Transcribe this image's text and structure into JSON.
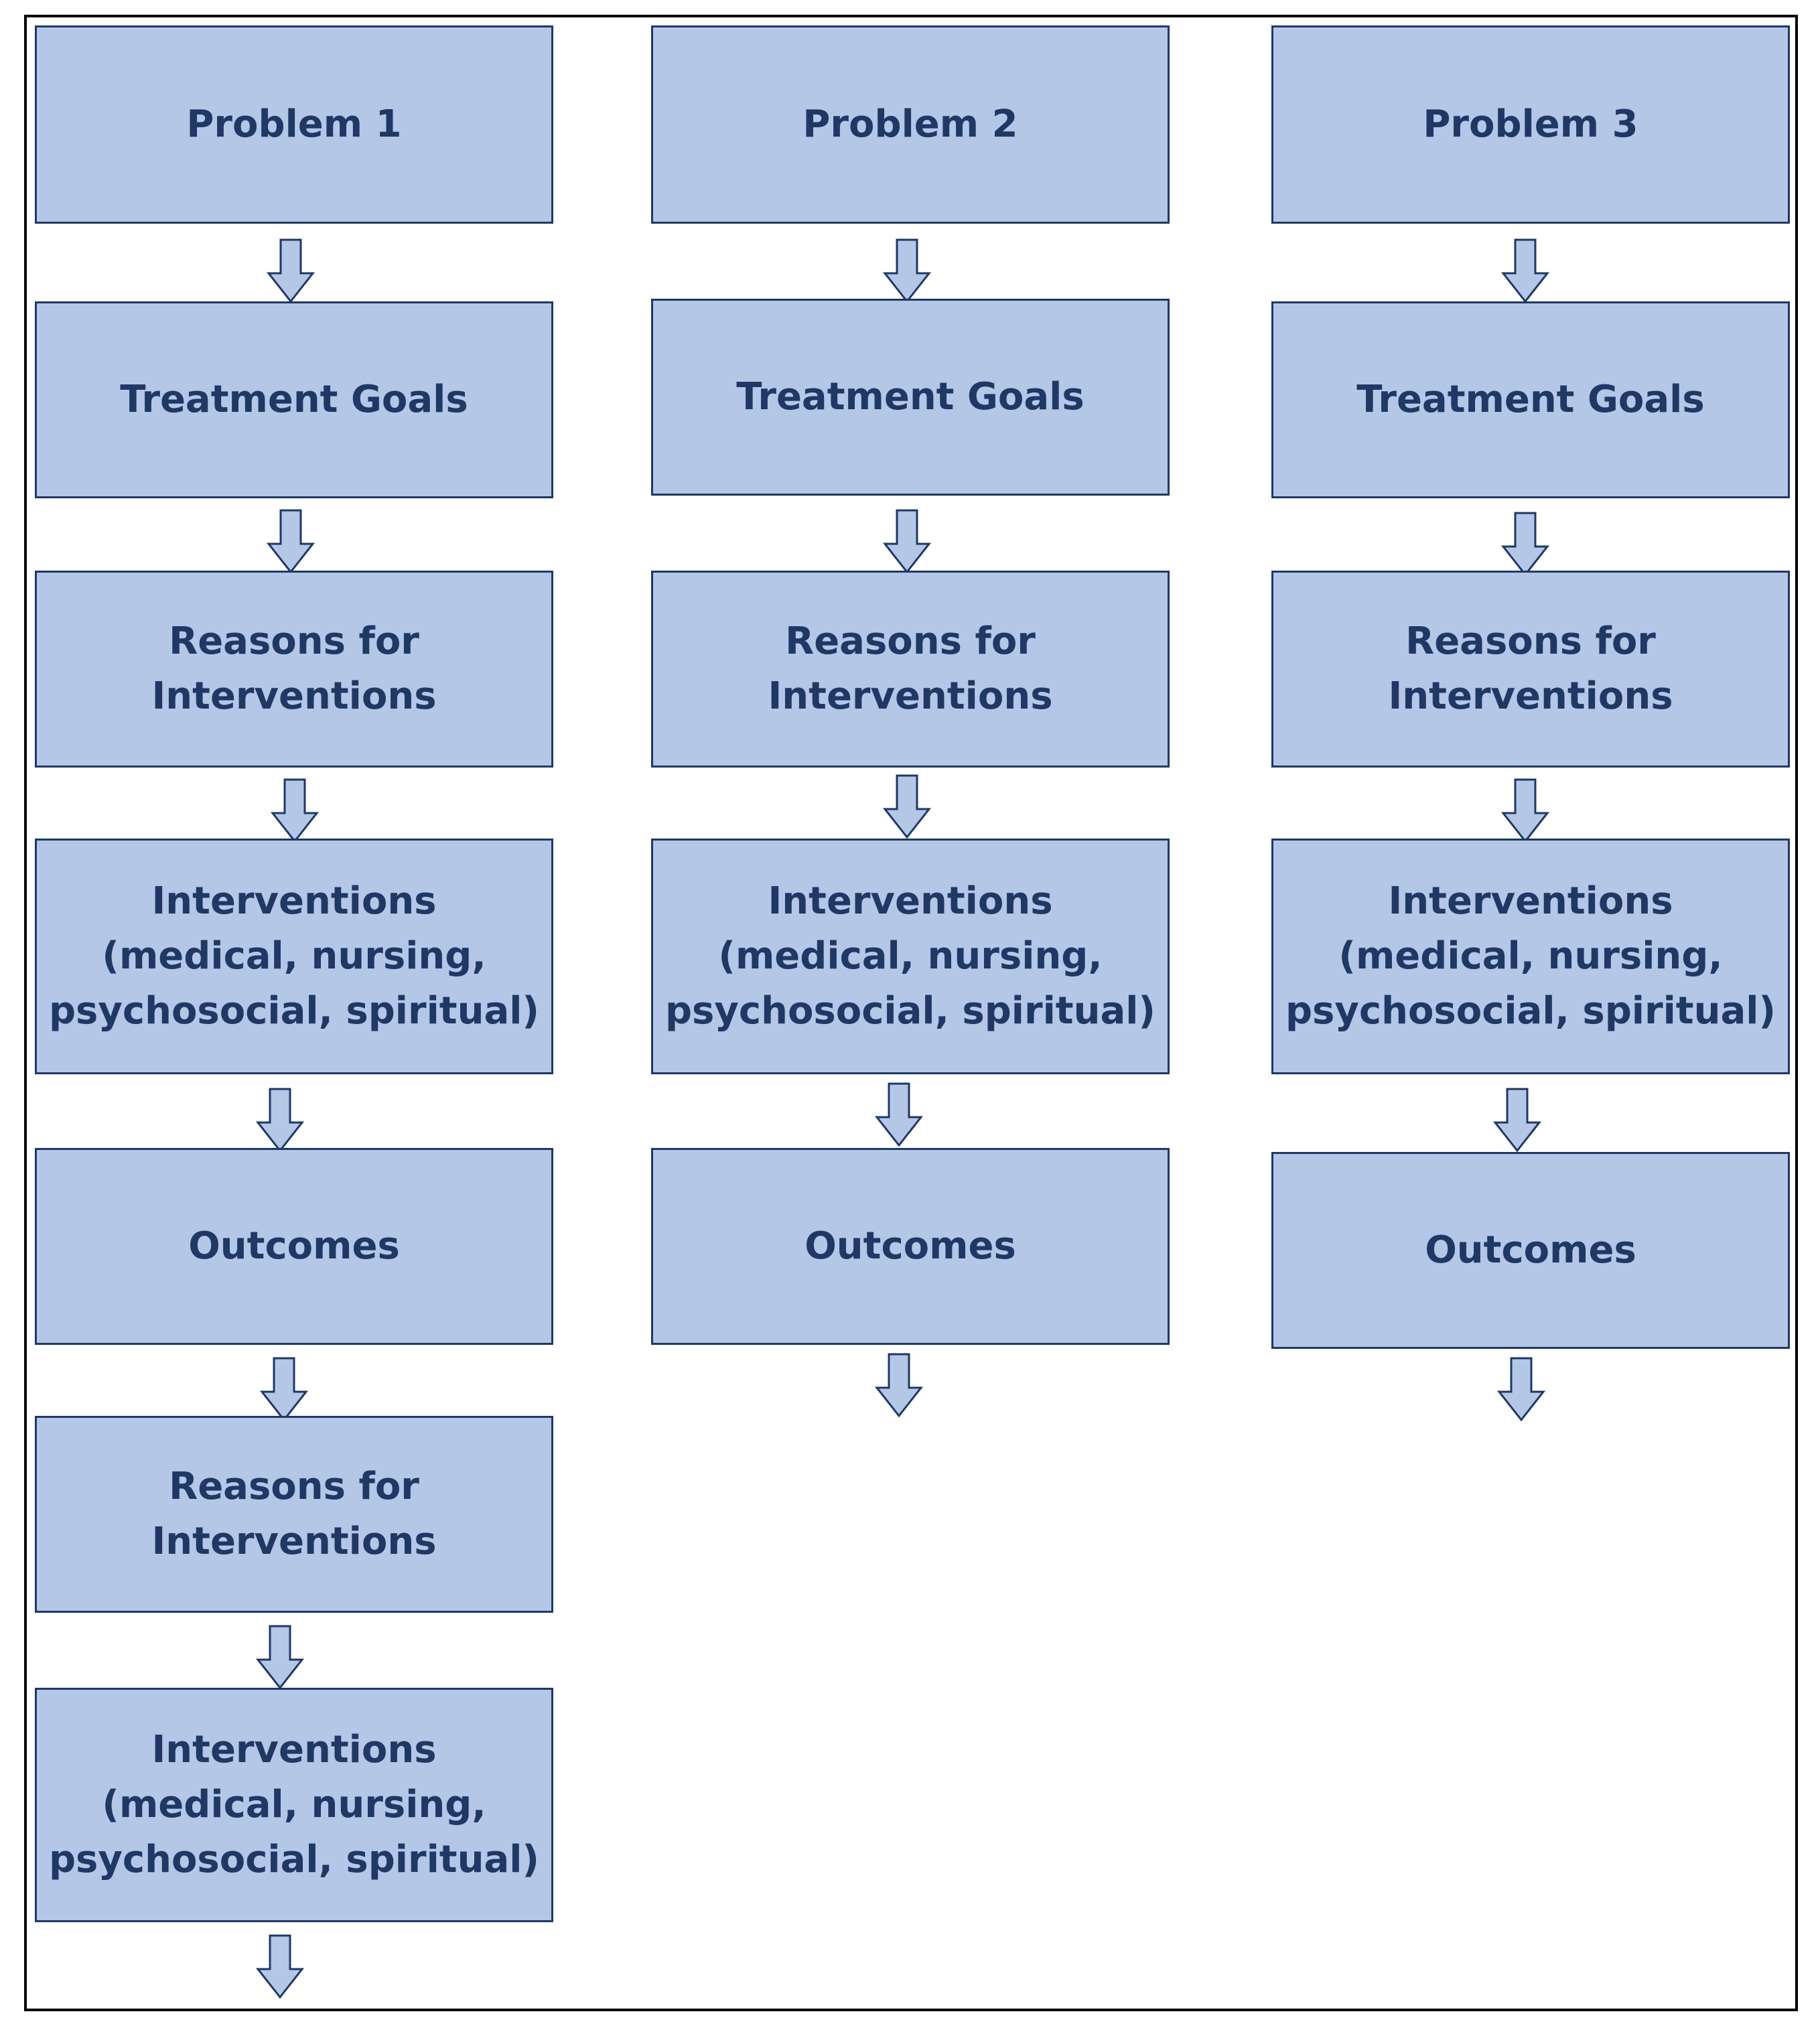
{
  "columns": [
    {
      "steps": [
        {
          "lines": [
            "Problem 1"
          ]
        },
        {
          "lines": [
            "Treatment Goals"
          ]
        },
        {
          "lines": [
            "Reasons for",
            "Interventions"
          ]
        },
        {
          "lines": [
            "Interventions",
            "(medical, nursing,",
            "psychosocial, spiritual)"
          ]
        },
        {
          "lines": [
            "Outcomes"
          ]
        },
        {
          "lines": [
            "Reasons for",
            "Interventions"
          ]
        },
        {
          "lines": [
            "Interventions",
            "(medical, nursing,",
            "psychosocial, spiritual)"
          ]
        }
      ]
    },
    {
      "steps": [
        {
          "lines": [
            "Problem 2"
          ]
        },
        {
          "lines": [
            "Treatment Goals"
          ]
        },
        {
          "lines": [
            "Reasons for",
            "Interventions"
          ]
        },
        {
          "lines": [
            "Interventions",
            "(medical, nursing,",
            "psychosocial, spiritual)"
          ]
        },
        {
          "lines": [
            "Outcomes"
          ]
        }
      ]
    },
    {
      "steps": [
        {
          "lines": [
            "Problem 3"
          ]
        },
        {
          "lines": [
            "Treatment Goals"
          ]
        },
        {
          "lines": [
            "Reasons for",
            "Interventions"
          ]
        },
        {
          "lines": [
            "Interventions",
            "(medical, nursing,",
            "psychosocial, spiritual)"
          ]
        },
        {
          "lines": [
            "Outcomes"
          ]
        }
      ]
    }
  ],
  "colors": {
    "box_fill": "#b4c7e7",
    "box_border": "#1f3864",
    "text": "#1f3864",
    "arrow_fill": "#b4c7e7",
    "arrow_stroke": "#1f3864",
    "frame_border": "#000000"
  },
  "icons": {
    "flow_arrow": "down-arrow-icon"
  }
}
